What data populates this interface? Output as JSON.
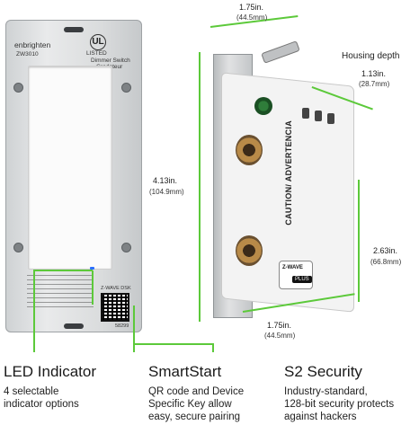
{
  "front_plate": {
    "brand": "enbrighten",
    "model": "ZW3010",
    "listed_mark": "UL",
    "listed_text": "LISTED",
    "product_line1": "Dimmer Switch",
    "product_line2": "Gradateur",
    "zwave_code_label": "Z-WAVE DSK",
    "dsk_code": "58299"
  },
  "side_view": {
    "caution_title": "CAUTION/ ADVERTENCIA",
    "zwave_badge": "Z-WAVE",
    "zwave_plus": "PLUS"
  },
  "dimensions": {
    "top_width": {
      "inches": "1.75in.",
      "mm": "(44.5mm)"
    },
    "height": {
      "inches": "4.13in.",
      "mm": "(104.9mm)"
    },
    "housing_depth_label": "Housing depth",
    "housing_depth": {
      "inches": "1.13in.",
      "mm": "(28.7mm)"
    },
    "lower_height": {
      "inches": "2.63in.",
      "mm": "(66.8mm)"
    },
    "bottom_width": {
      "inches": "1.75in.",
      "mm": "(44.5mm)"
    }
  },
  "features": [
    {
      "title": "LED Indicator",
      "desc_l1": "4 selectable",
      "desc_l2": "indicator options",
      "desc_l3": ""
    },
    {
      "title": "SmartStart",
      "desc_l1": "QR code and Device",
      "desc_l2": "Specific Key allow",
      "desc_l3": "easy, secure pairing"
    },
    {
      "title": "S2 Security",
      "desc_l1": "Industry-standard,",
      "desc_l2": "128-bit security protects",
      "desc_l3": "against hackers"
    }
  ],
  "colors": {
    "accent": "#5cc93a",
    "led": "#2b6fff"
  }
}
